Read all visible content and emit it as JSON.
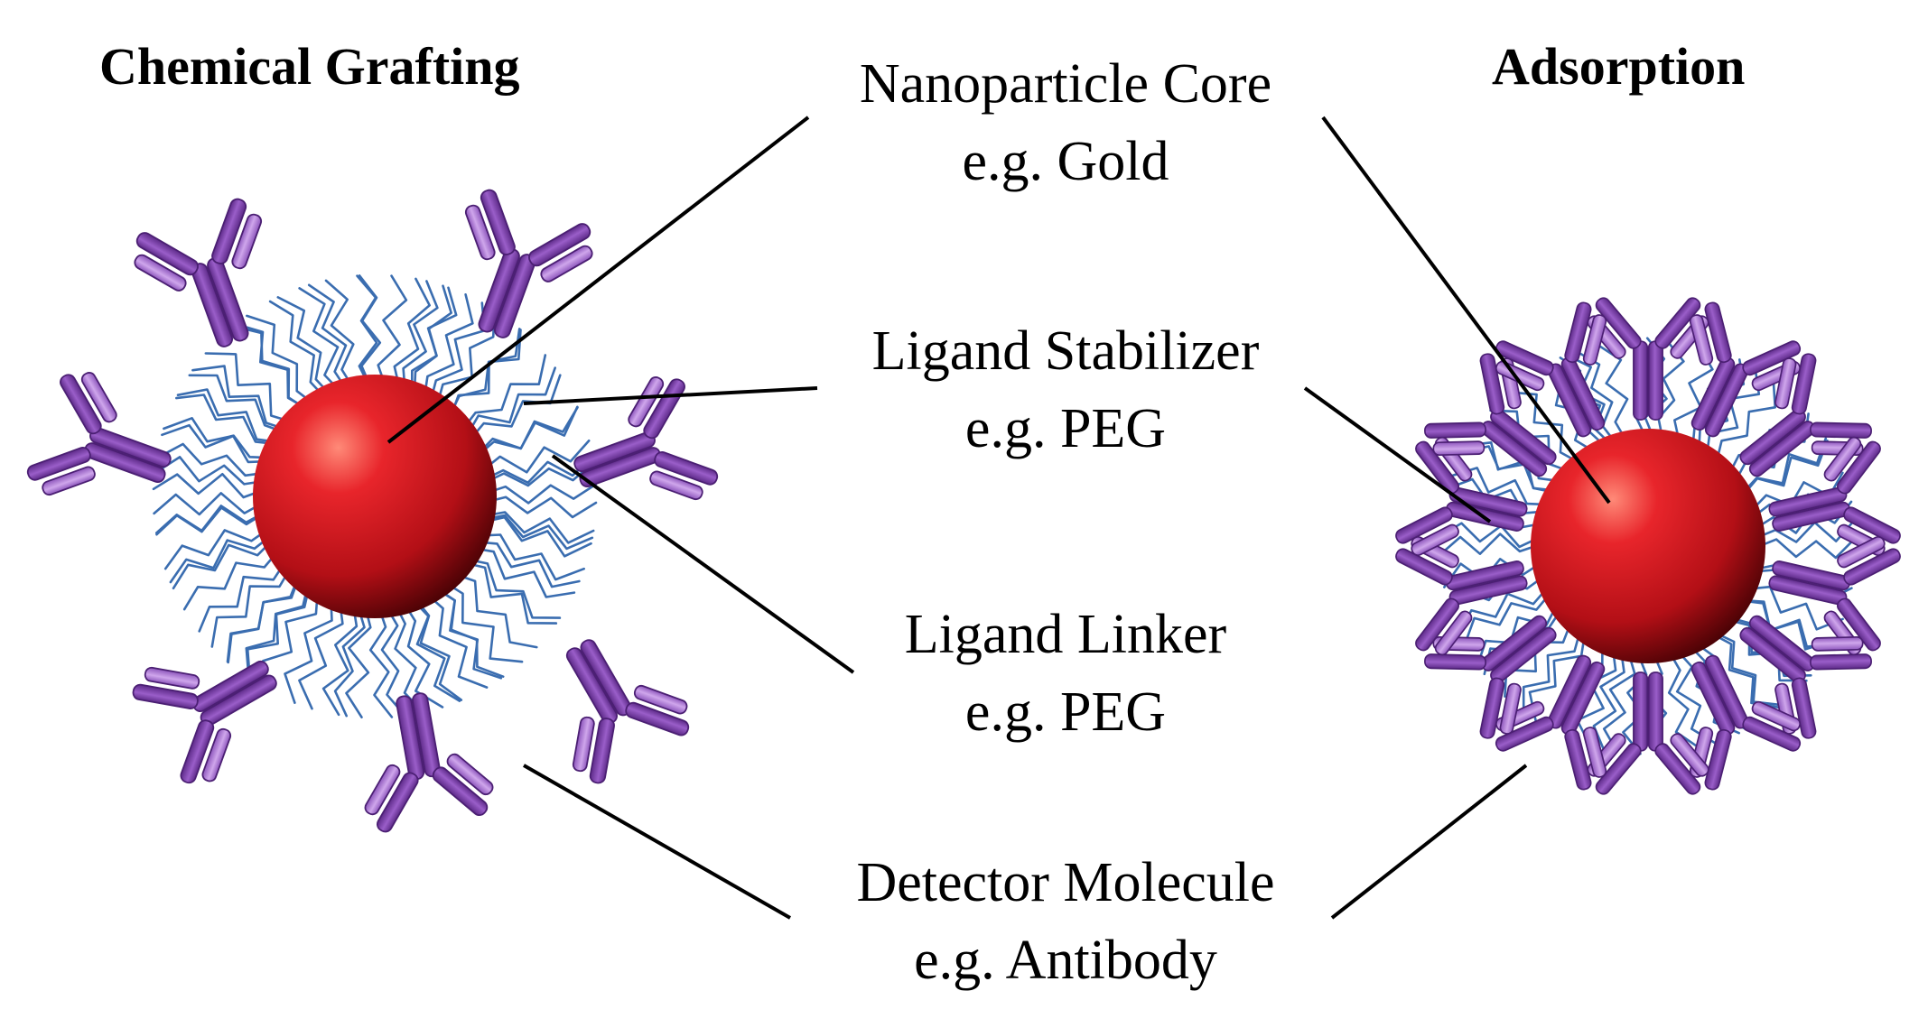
{
  "titles": {
    "left": "Chemical Grafting",
    "right": "Adsorption"
  },
  "labels": [
    {
      "name": "Nanoparticle Core",
      "example": "e.g. Gold"
    },
    {
      "name": "Ligand Stabilizer",
      "example": "e.g. PEG"
    },
    {
      "name": "Ligand Linker",
      "example": "e.g. PEG"
    },
    {
      "name": "Detector Molecule",
      "example": "e.g. Antibody"
    }
  ],
  "colors": {
    "core": "#c4161c",
    "core_highlight": "#ff6a5a",
    "core_shadow": "#5a0306",
    "ligand": "#3a6db0",
    "antibody": "#7a3fa6",
    "antibody_light": "#b07fd6",
    "leader_line": "#000000"
  },
  "icons": {
    "core": "sphere",
    "ligand": "wavy-chain",
    "antibody": "y-shaped-antibody"
  }
}
